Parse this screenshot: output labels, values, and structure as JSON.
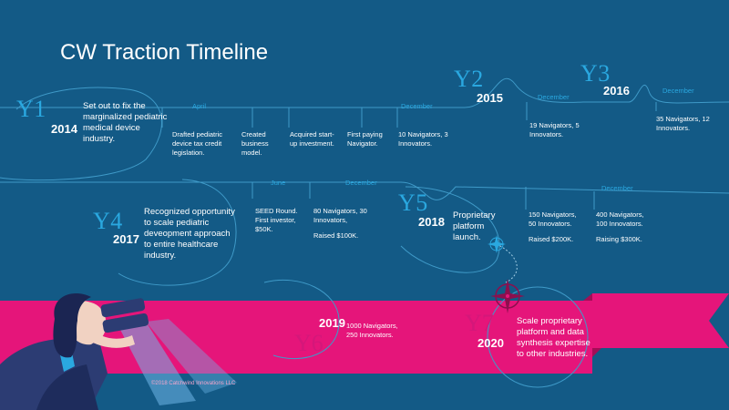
{
  "title": "CW Traction Timeline",
  "milestones": [
    {
      "code": "Y1",
      "year": "2014",
      "text": "Set out to fix the marginalized pediatric medical device industry."
    },
    {
      "code": "Y2",
      "year": "2015"
    },
    {
      "code": "Y3",
      "year": "2016"
    },
    {
      "code": "Y4",
      "year": "2017",
      "text": "Recognized opportunity to scale pediatric deveopment approach to entire healthcare industry."
    },
    {
      "code": "Y5",
      "year": "2018",
      "text": "Proprietary platform launch."
    },
    {
      "code": "Y6",
      "year": "2019",
      "text": "1000 Navigators, 250 Innovators."
    },
    {
      "code": "Y7",
      "year": "2020",
      "text": "Scale proprietary platform and data synthesis expertise to other industries."
    }
  ],
  "events_row1": [
    {
      "text": "Drafted pediatric device tax credit legislation."
    },
    {
      "text": "Created business model."
    },
    {
      "text": "Acquired start-up investment."
    },
    {
      "text": "First paying Navigator."
    },
    {
      "text": "10 Navigators, 3 Innovators."
    },
    {
      "text": "19 Navigators, 5 Innovators."
    },
    {
      "text": "35 Navigators, 12 Innovators."
    }
  ],
  "events_row2": [
    {
      "text": "SEED Round. First investor, $50K."
    },
    {
      "text": "80 Navigators, 30 Innovators,"
    },
    {
      "text": "Raised $100K."
    },
    {
      "text": "150 Navigators, 50 Innovators."
    },
    {
      "text": "Raised $200K."
    },
    {
      "text": "400 Navigators, 100 Innovators."
    },
    {
      "text": "Raising $300K."
    }
  ],
  "months": [
    "April",
    "December",
    "December",
    "December",
    "June",
    "December",
    "December"
  ],
  "copyright": "©2018 Catchwind Innovations LLC",
  "icons": {
    "compass": "compass-icon",
    "compass_large": "compass-rose-icon",
    "illustration": "person-with-binoculars-illustration"
  },
  "colors": {
    "background": "#135a86",
    "accent": "#2aa8e0",
    "ribbon": "#e5157a",
    "navy": "#2c3c73"
  }
}
